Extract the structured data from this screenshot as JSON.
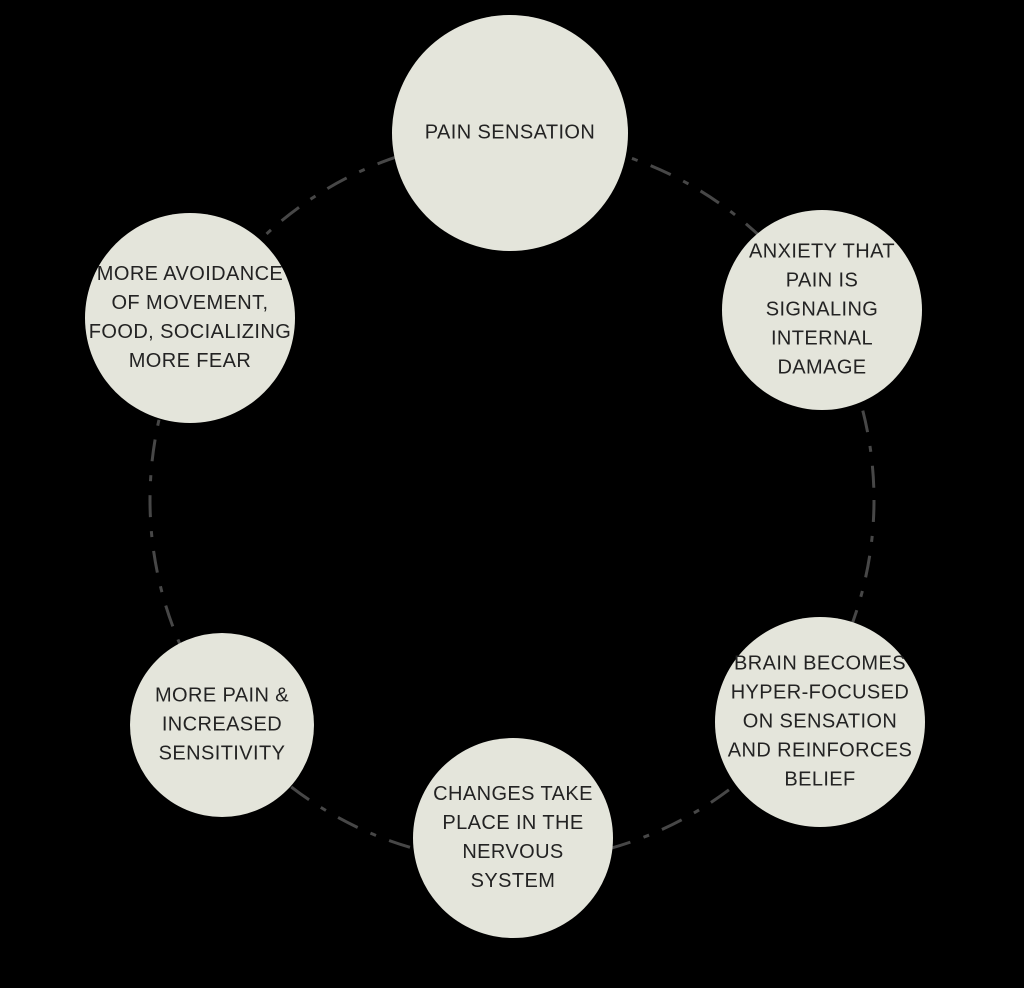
{
  "colors": {
    "background": "#000000",
    "node_fill": "#e4e5db",
    "text": "#232323",
    "ring": "#474747"
  },
  "nodes": [
    {
      "id": "pain-sensation",
      "label": "PAIN SENSATION"
    },
    {
      "id": "anxiety-damage",
      "label": "ANXIETY THAT\nPAIN IS\nSIGNALING\nINTERNAL\nDAMAGE"
    },
    {
      "id": "brain-hyper-focused",
      "label": "BRAIN BECOMES\nHYPER-FOCUSED\nON SENSATION\nAND REINFORCES\nBELIEF"
    },
    {
      "id": "nervous-system-changes",
      "label": "CHANGES TAKE\nPLACE IN THE\nNERVOUS\nSYSTEM"
    },
    {
      "id": "more-pain-sensitivity",
      "label": "MORE PAIN &\nINCREASED\nSENSITIVITY"
    },
    {
      "id": "more-avoidance-fear",
      "label": "MORE AVOIDANCE\nOF MOVEMENT,\nFOOD, SOCIALIZING\nMORE FEAR"
    }
  ]
}
